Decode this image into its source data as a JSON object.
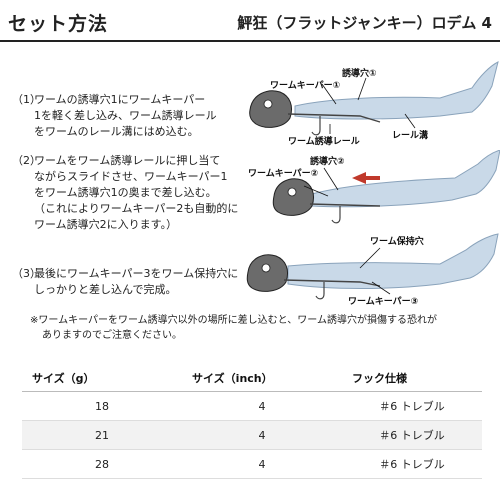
{
  "header": {
    "left": "セット方法",
    "right": "鮃狂（フラットジャンキー）ロデム 4"
  },
  "steps": [
    {
      "num": "（1）",
      "text": "ワームの誘導穴1にワームキーパー\n1を軽く差し込み、ワーム誘導レール\nをワームのレール溝にはめ込む。"
    },
    {
      "num": "（2）",
      "text": "ワームをワーム誘導レールに押し当て\nながらスライドさせ、ワームキーパー1\nをワーム誘導穴1の奥まで差し込む。\n（これによりワームキーパー2も自動的に\nワーム誘導穴2に入ります。）"
    },
    {
      "num": "（3）",
      "text": "最後にワームキーパー3をワーム保持穴に\nしっかりと差し込んで完成。"
    }
  ],
  "note": {
    "line1": "※ワームキーパーをワーム誘導穴以外の場所に差し込むと、ワーム誘導穴が損傷する恐れが",
    "line2": "ありますのでご注意ください。"
  },
  "diagram_labels": {
    "d1_keeper": "ワームキーパー①",
    "d1_hole": "誘導穴①",
    "d1_groove": "レール溝",
    "d1_rail": "ワーム誘導レール",
    "d2_hole": "誘導穴②",
    "d2_keeper": "ワームキーパー②",
    "d3_hold": "ワーム保持穴",
    "d3_keeper": "ワームキーパー③"
  },
  "table": {
    "headers": [
      "サイズ（g）",
      "サイズ（inch）",
      "フック仕様"
    ],
    "rows": [
      [
        "18",
        "4",
        "＃6 トレブル"
      ],
      [
        "21",
        "4",
        "＃6 トレブル"
      ],
      [
        "28",
        "4",
        "＃6 トレブル"
      ]
    ]
  },
  "colors": {
    "worm": "#c9d9e8",
    "worm_outline": "#8aa3bb",
    "arrow": "#c0392b",
    "head": "#6b6b6b"
  }
}
